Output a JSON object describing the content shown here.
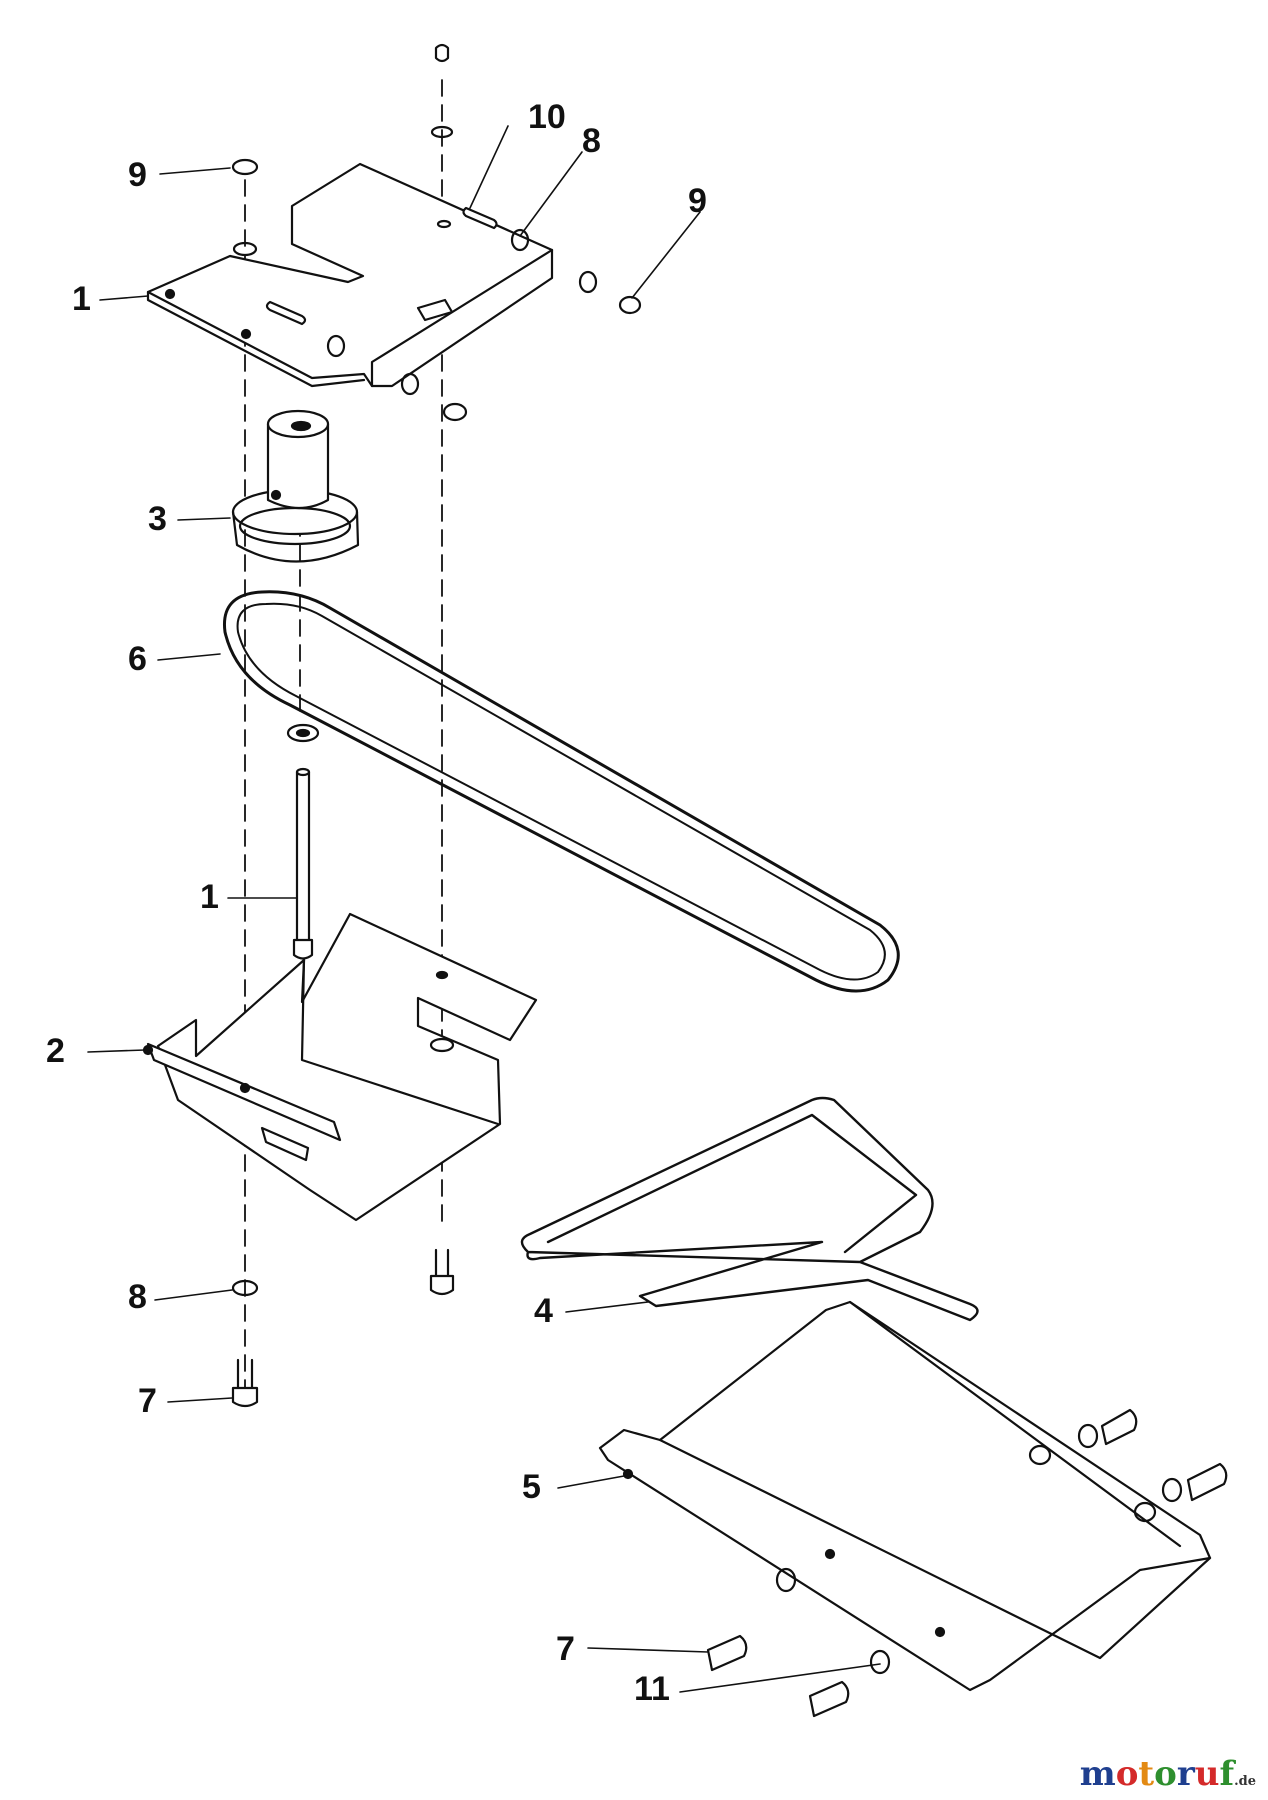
{
  "callouts": {
    "n1_top": "1",
    "n1_pin": "1",
    "n2": "2",
    "n3": "3",
    "n4": "4",
    "n5": "5",
    "n6": "6",
    "n7_left": "7",
    "n7_bottom": "7",
    "n8_top": "8",
    "n8_left": "8",
    "n9_left": "9",
    "n9_right": "9",
    "n10": "10",
    "n11": "11"
  },
  "watermark": {
    "letters": [
      "m",
      "o",
      "t",
      "o",
      "r",
      "u",
      "f"
    ],
    "letter_colors": [
      "#1f3f8f",
      "#d42a2a",
      "#e38a14",
      "#2e8f2e",
      "#1f3f8f",
      "#d42a2a",
      "#2e8f2e"
    ],
    "tld": ".de"
  },
  "colors": {
    "line": "#111111",
    "background": "#ffffff"
  }
}
